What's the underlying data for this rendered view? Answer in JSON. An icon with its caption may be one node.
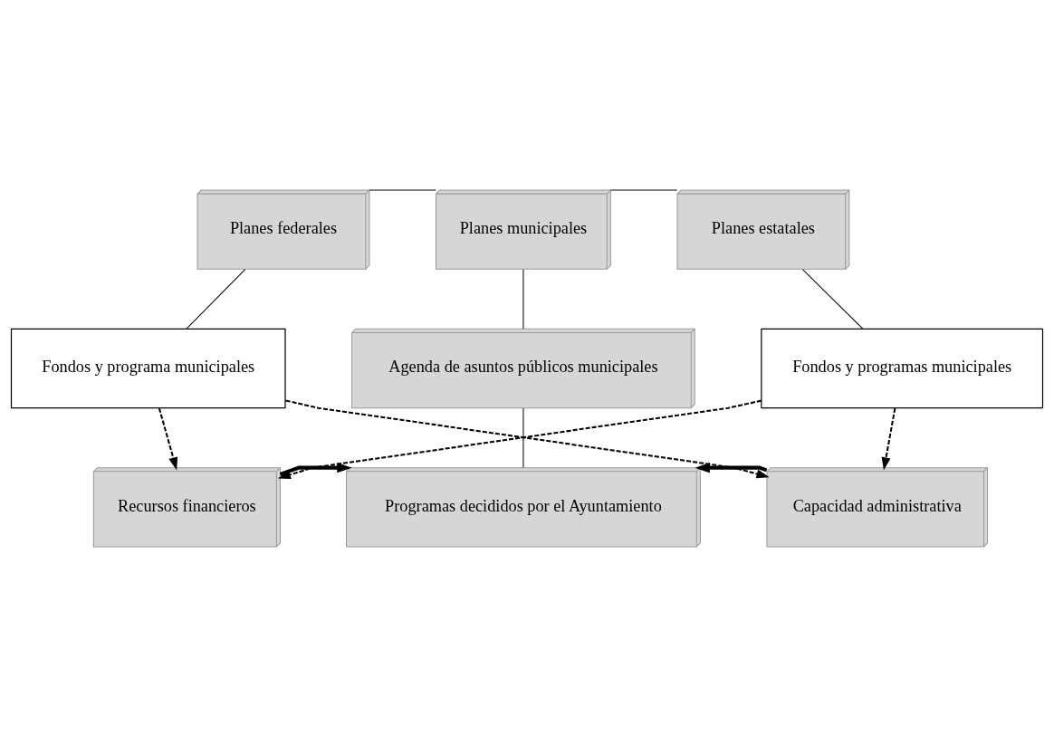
{
  "diagram": {
    "nodes": [
      {
        "text": [
          "Planes federales"
        ]
      },
      {
        "text": [
          "Planes municipales"
        ]
      },
      {
        "text": [
          "Planes estatales"
        ]
      },
      {
        "text": [
          "Fondos y programa municipales"
        ]
      },
      {
        "text": [
          "Agenda de asuntos públicos municipales"
        ]
      },
      {
        "text": [
          "Fondos y programas municipales"
        ]
      },
      {
        "text": [
          "Recursos financieros"
        ]
      },
      {
        "text": [
          "Programas decididos por el Ayuntamiento"
        ]
      },
      {
        "text": [
          "Capacidad administrativa"
        ]
      }
    ],
    "edges": [
      {
        "from": 0,
        "to": 1,
        "arrow": "none"
      },
      {
        "from": 1,
        "to": 2,
        "arrow": "none"
      },
      {
        "from": 0,
        "to": 3,
        "arrow": "none"
      },
      {
        "from": 1,
        "to": 4,
        "arrow": "none"
      },
      {
        "from": 2,
        "to": 5,
        "arrow": "none"
      },
      {
        "from": 3,
        "to": 6,
        "arrow": "to",
        "style": "dashed"
      },
      {
        "from": 3,
        "to": 8,
        "arrow": "to",
        "style": "dashed"
      },
      {
        "from": 5,
        "to": 6,
        "arrow": "to",
        "style": "dashed"
      },
      {
        "from": 5,
        "to": 8,
        "arrow": "to",
        "style": "dashed"
      },
      {
        "from": 4,
        "to": 7,
        "arrow": "none"
      },
      {
        "from": 6,
        "to": 7,
        "arrow": "to",
        "style": "thick"
      },
      {
        "from": 8,
        "to": 7,
        "arrow": "to",
        "style": "thick"
      }
    ]
  }
}
